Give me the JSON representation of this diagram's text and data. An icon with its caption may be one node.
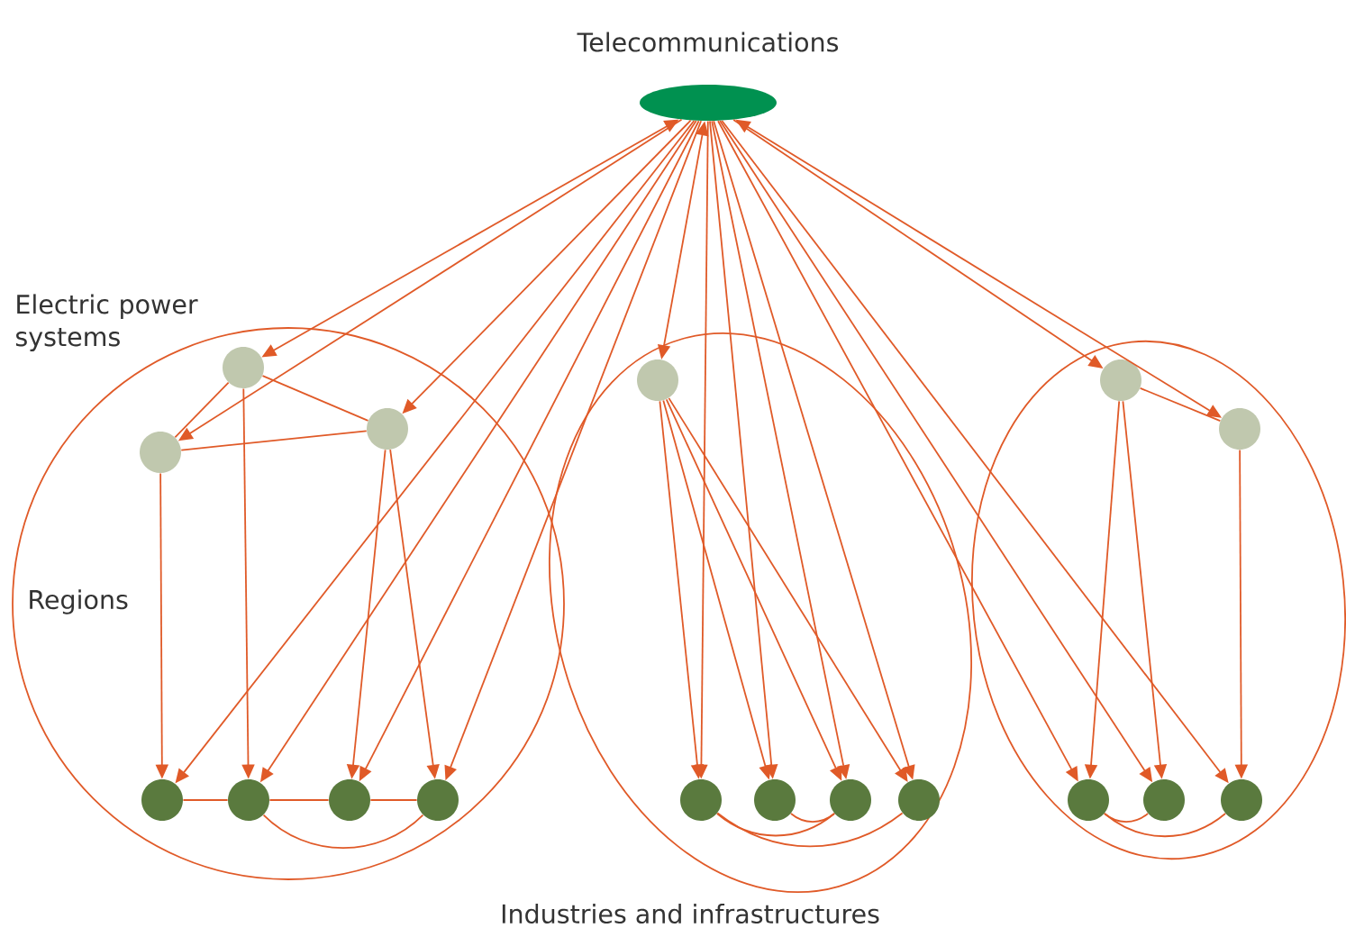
{
  "diagram": {
    "nodes": [
      {
        "text": [
          "Telecommunications"
        ]
      },
      {
        "text": [],
        "shape": "circle"
      },
      {
        "text": [],
        "shape": "circle",
        "in": 1
      },
      {
        "text": [],
        "shape": "circle",
        "in": 1
      },
      {
        "text": [],
        "shape": "circle",
        "in": 1
      },
      {
        "text": [],
        "shape": "circle",
        "in": 1
      },
      {
        "text": [],
        "shape": "circle",
        "in": 1
      },
      {
        "text": [],
        "shape": "circle",
        "in": 1
      },
      {
        "text": [],
        "shape": "circle",
        "in": 1
      },
      {
        "text": [],
        "shape": "ellipse"
      },
      {
        "text": [],
        "shape": "circle",
        "in": 9
      },
      {
        "text": [],
        "shape": "circle",
        "in": 9
      },
      {
        "text": [],
        "shape": "circle",
        "in": 9
      },
      {
        "text": [],
        "shape": "circle",
        "in": 9
      },
      {
        "text": [],
        "shape": "circle",
        "in": 9
      },
      {
        "text": [],
        "shape": "ellipse"
      },
      {
        "text": [],
        "shape": "circle",
        "in": 15
      },
      {
        "text": [],
        "shape": "circle",
        "in": 15
      },
      {
        "text": [],
        "shape": "circle",
        "in": 15
      },
      {
        "text": [],
        "shape": "circle",
        "in": 15
      },
      {
        "text": [],
        "shape": "circle",
        "in": 15
      }
    ],
    "edges": [
      {
        "from": 0,
        "to": 2,
        "arrow": "both"
      },
      {
        "from": 0,
        "to": 3,
        "arrow": "to"
      },
      {
        "from": 0,
        "to": 4,
        "arrow": "to"
      },
      {
        "from": 0,
        "to": 5,
        "arrow": "to"
      },
      {
        "from": 0,
        "to": 6,
        "arrow": "to"
      },
      {
        "from": 0,
        "to": 7,
        "arrow": "to"
      },
      {
        "from": 0,
        "to": 8,
        "arrow": "to"
      },
      {
        "from": 0,
        "to": 10,
        "arrow": "both"
      },
      {
        "from": 0,
        "to": 11,
        "arrow": "to"
      },
      {
        "from": 0,
        "to": 12,
        "arrow": "to"
      },
      {
        "from": 0,
        "to": 13,
        "arrow": "to"
      },
      {
        "from": 0,
        "to": 14,
        "arrow": "to"
      },
      {
        "from": 0,
        "to": 16,
        "arrow": "to"
      },
      {
        "from": 0,
        "to": 17,
        "arrow": "both"
      },
      {
        "from": 0,
        "to": 18,
        "arrow": "to"
      },
      {
        "from": 0,
        "to": 19,
        "arrow": "to"
      },
      {
        "from": 0,
        "to": 20,
        "arrow": "to"
      },
      {
        "from": 2,
        "to": 3,
        "arrow": "none"
      },
      {
        "from": 2,
        "to": 4,
        "arrow": "none"
      },
      {
        "from": 4,
        "to": 3,
        "arrow": "none"
      },
      {
        "from": 3,
        "to": 5,
        "arrow": "to"
      },
      {
        "from": 2,
        "to": 6,
        "arrow": "to"
      },
      {
        "from": 4,
        "to": 7,
        "arrow": "to"
      },
      {
        "from": 4,
        "to": 8,
        "arrow": "to"
      },
      {
        "from": 5,
        "to": 6,
        "arrow": "none"
      },
      {
        "from": 6,
        "to": 7,
        "arrow": "none"
      },
      {
        "from": 7,
        "to": 8,
        "arrow": "none"
      },
      {
        "from": 6,
        "to": 8,
        "arrow": "none"
      },
      {
        "from": 10,
        "to": 11,
        "arrow": "to"
      },
      {
        "from": 10,
        "to": 12,
        "arrow": "to"
      },
      {
        "from": 10,
        "to": 13,
        "arrow": "to"
      },
      {
        "from": 10,
        "to": 14,
        "arrow": "to"
      },
      {
        "from": 12,
        "to": 13,
        "arrow": "none"
      },
      {
        "from": 11,
        "to": 13,
        "arrow": "none"
      },
      {
        "from": 11,
        "to": 14,
        "arrow": "none"
      },
      {
        "from": 16,
        "to": 17,
        "arrow": "none"
      },
      {
        "from": 16,
        "to": 18,
        "arrow": "to"
      },
      {
        "from": 16,
        "to": 19,
        "arrow": "to"
      },
      {
        "from": 17,
        "to": 20,
        "arrow": "to"
      },
      {
        "from": 18,
        "to": 19,
        "arrow": "none"
      },
      {
        "from": 18,
        "to": 20,
        "arrow": "none"
      }
    ],
    "labels": [
      "Electric power systems",
      "Regions",
      "Industries and infrastructures"
    ]
  }
}
